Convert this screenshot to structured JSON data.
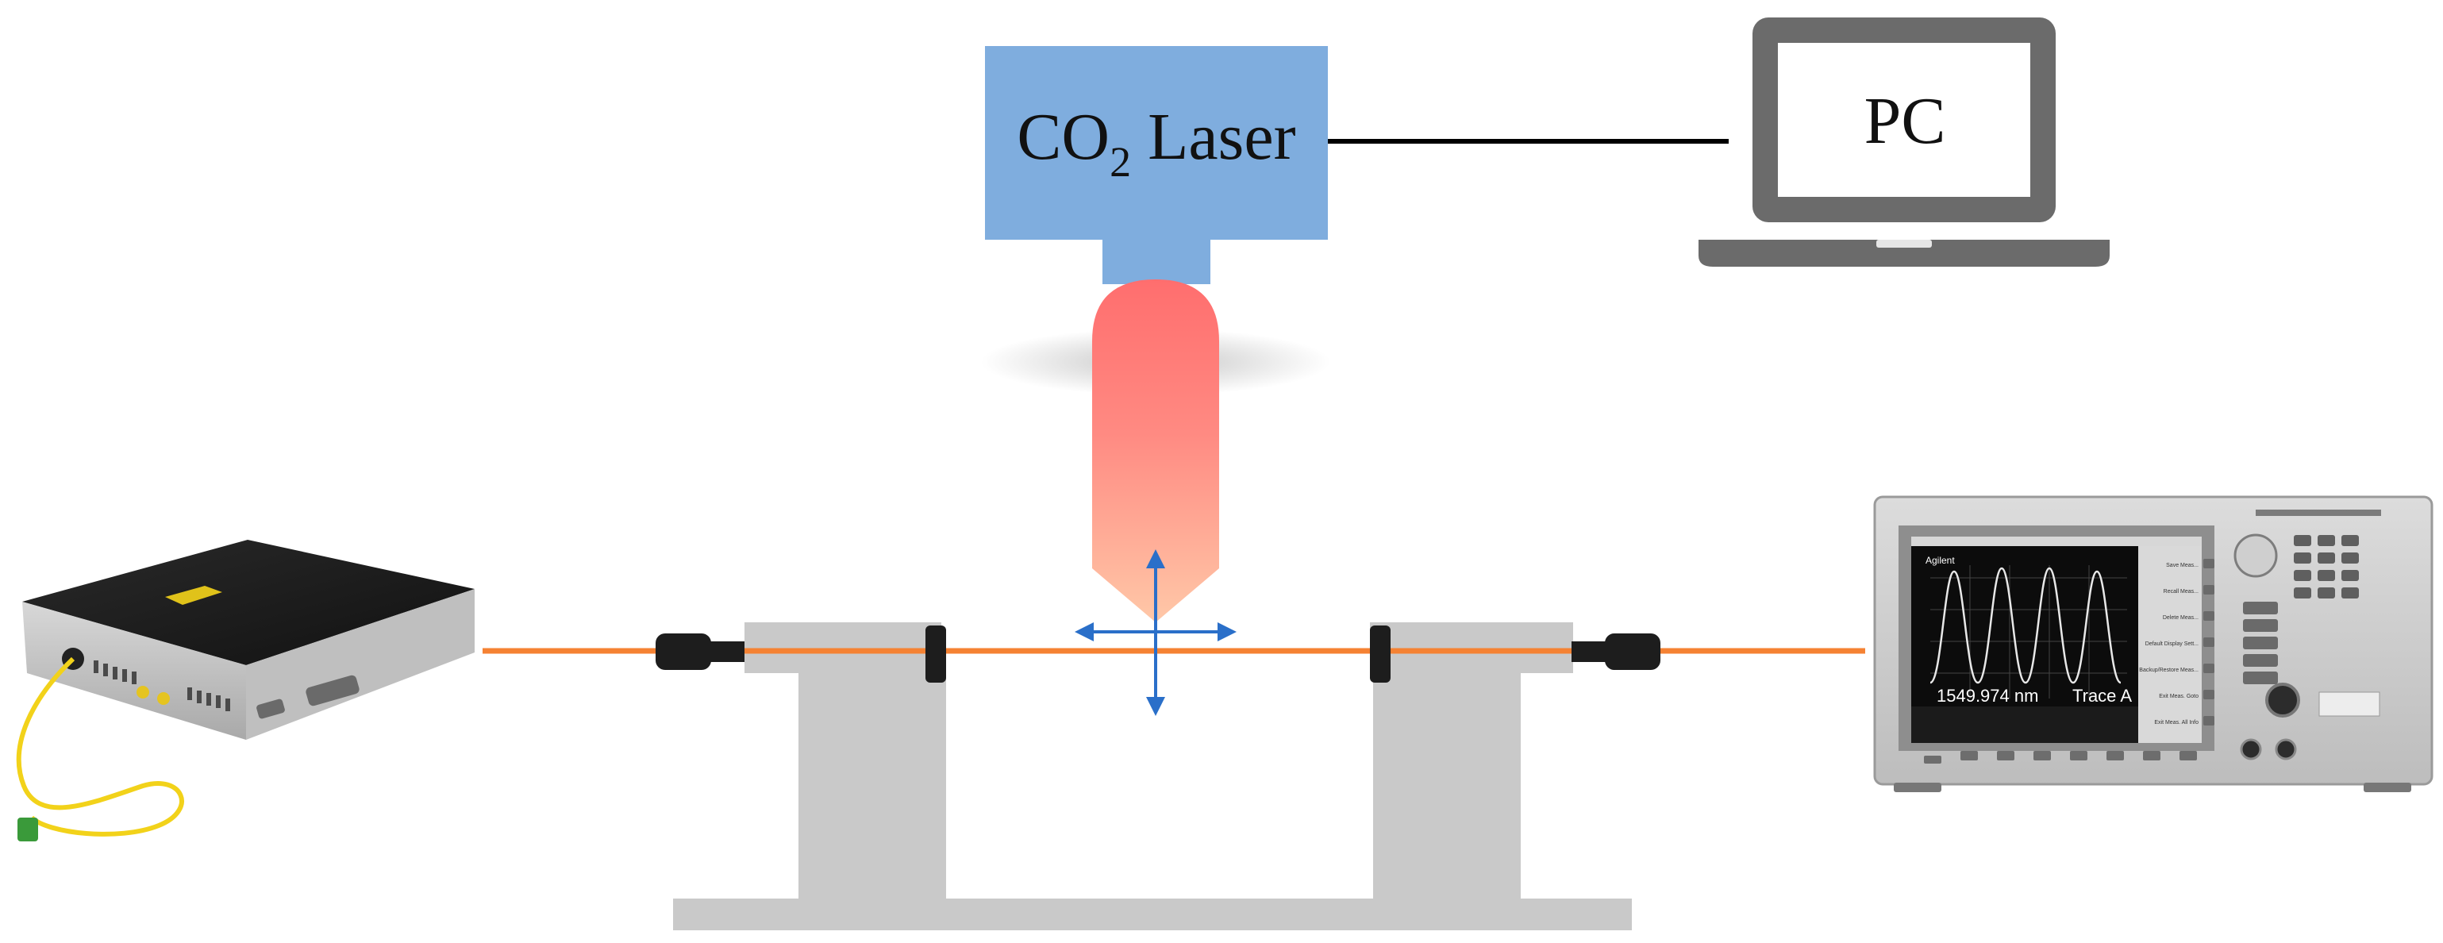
{
  "laser": {
    "label_main": "CO",
    "label_sub": "2",
    "label_rest": " Laser",
    "box_color": "#7fadde",
    "beam_top_color": "#ff6e6e",
    "beam_bottom_color": "#ffc8a8"
  },
  "pc": {
    "label": "PC",
    "body_color": "#6b6b6b"
  },
  "fiber": {
    "color": "#f58233"
  },
  "translation_arrows": {
    "color": "#2a6fc9"
  },
  "stage": {
    "color": "#c9c9c9",
    "clamp_color": "#1d1d1d"
  },
  "osa": {
    "brand": "Agilent",
    "wavelength_readout": "1549.974 nm",
    "trace_label": "Trace A",
    "softkeys": [
      "Save Meas...",
      "Recall Meas...",
      "Delete Meas...",
      "Default Display Sett...",
      "Backup/Restore Meas...",
      "Exit Meas. Goto",
      "Exit Meas. All Info"
    ]
  }
}
